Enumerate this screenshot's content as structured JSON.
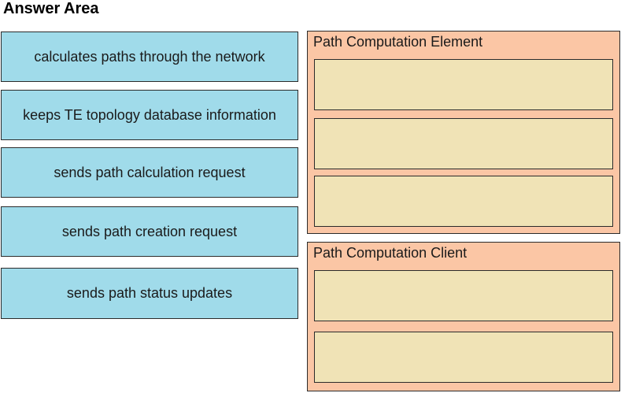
{
  "title": "Answer Area",
  "items": [
    "calculates paths through the network",
    "keeps TE topology database information",
    "sends path calculation request",
    "sends path creation request",
    "sends path status updates"
  ],
  "targets": [
    {
      "label": "Path Computation Element",
      "slot_count": 3
    },
    {
      "label": "Path Computation Client",
      "slot_count": 2
    }
  ],
  "colors": {
    "item_bg": "#a0dbea",
    "group_bg": "#fbc6a5",
    "slot_bg": "#f0e3b6",
    "border": "#2b2b2b"
  }
}
